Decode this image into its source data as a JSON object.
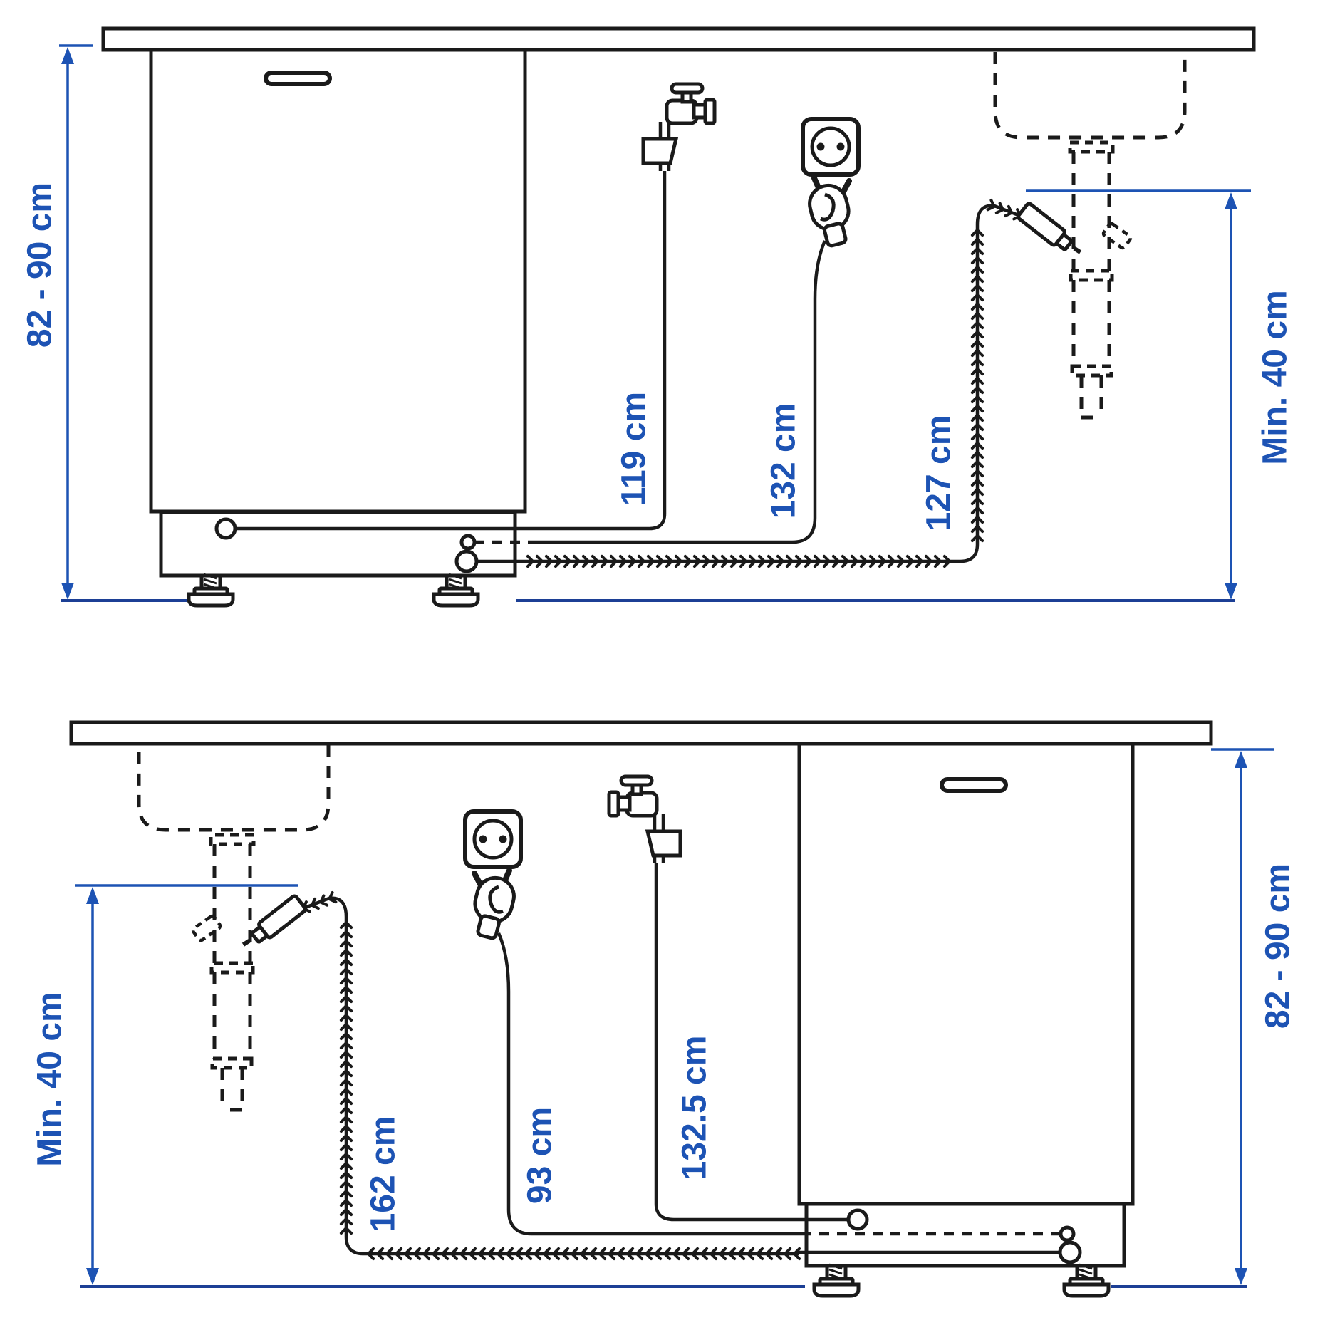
{
  "colors": {
    "ink": "#1a1a1a",
    "dimension_blue": "#1d53b4",
    "ground_blue": "#1c3f95",
    "background": "#ffffff"
  },
  "icons": {
    "faucet": "faucet-icon",
    "outlet": "power-outlet-icon",
    "plug": "power-plug-icon",
    "sink": "sink-icon",
    "drain_trap": "drain-trap-icon",
    "dishwasher": "dishwasher-icon",
    "hose": "drain-hose-icon"
  },
  "diagrams": [
    {
      "id": "dishwasher-left-of-sink",
      "labels": {
        "cabinet_height": "82 - 90 cm",
        "supply_hose": "119 cm",
        "power_cord": "132 cm",
        "drain_hose": "127 cm",
        "drain_clearance": "Min. 40 cm"
      }
    },
    {
      "id": "dishwasher-right-of-sink",
      "labels": {
        "cabinet_height": "82 - 90 cm",
        "supply_hose": "132.5 cm",
        "power_cord": "93 cm",
        "drain_hose": "162 cm",
        "drain_clearance": "Min. 40 cm"
      }
    }
  ]
}
